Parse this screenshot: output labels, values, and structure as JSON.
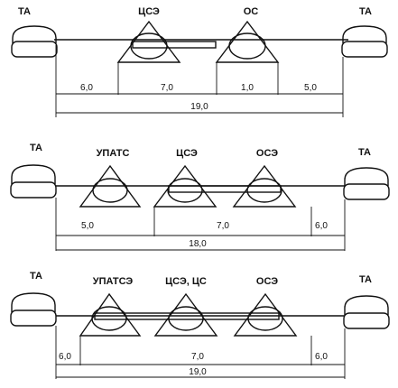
{
  "diagrams": [
    {
      "nodes": [
        {
          "label": "ТА",
          "kind": "terminal"
        },
        {
          "label": "ЦСЭ",
          "kind": "exchange"
        },
        {
          "label": "ОС",
          "kind": "exchange"
        },
        {
          "label": "ТА",
          "kind": "terminal"
        }
      ],
      "segments": [
        "6,0",
        "7,0",
        "1,0",
        "5,0"
      ],
      "total": "19,0"
    },
    {
      "nodes": [
        {
          "label": "ТА",
          "kind": "terminal"
        },
        {
          "label": "УПАТС",
          "kind": "exchange"
        },
        {
          "label": "ЦСЭ",
          "kind": "exchange"
        },
        {
          "label": "ОСЭ",
          "kind": "exchange"
        },
        {
          "label": "ТА",
          "kind": "terminal"
        }
      ],
      "segments": [
        "5,0",
        "7,0",
        "6,0"
      ],
      "total": "18,0"
    },
    {
      "nodes": [
        {
          "label": "ТА",
          "kind": "terminal"
        },
        {
          "label": "УПАТСЭ",
          "kind": "exchange"
        },
        {
          "label": "ЦСЭ, ЦС",
          "kind": "exchange"
        },
        {
          "label": "ОСЭ",
          "kind": "exchange"
        },
        {
          "label": "ТА",
          "kind": "terminal"
        }
      ],
      "segments": [
        "6,0",
        "7,0",
        "6,0"
      ],
      "total": "19,0"
    }
  ]
}
